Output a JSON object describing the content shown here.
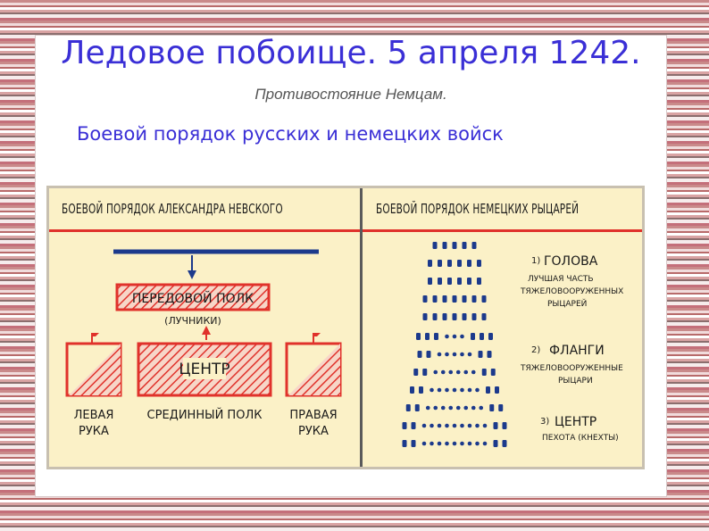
{
  "slide": {
    "title": "Ледовое побоище. 5 апреля 1242.",
    "subtitle": "Противостояние Немцам.",
    "heading": "Боевой порядок русских и немецких войск"
  },
  "diagram": {
    "russian": {
      "header": "БОЕВОЙ ПОРЯДОК АЛЕКСАНДРА НЕВСКОГО",
      "vanguard": "ПЕРЕДОВОЙ ПОЛК",
      "archers": "(ЛУЧНИКИ)",
      "center": "ЦЕНТР",
      "left_1": "ЛЕВАЯ",
      "left_2": "РУКА",
      "middle": "СРЕДИННЫЙ ПОЛК",
      "right_1": "ПРАВАЯ",
      "right_2": "РУКА"
    },
    "german": {
      "header": "БОЕВОЙ ПОРЯДОК НЕМЕЦКИХ РЫЦАРЕЙ",
      "l1_num": "1)",
      "l1_title": "ГОЛОВА",
      "l1_d1": "ЛУЧШАЯ ЧАСТЬ",
      "l1_d2": "ТЯЖЕЛОВООРУЖЕННЫХ",
      "l1_d3": "РЫЦАРЕЙ",
      "l2_num": "2)",
      "l2_title": "ФЛАНГИ",
      "l2_d1": "ТЯЖЕЛОВООРУЖЕННЫЕ",
      "l2_d2": "РЫЦАРИ",
      "l3_num": "3)",
      "l3_title": "ЦЕНТР",
      "l3_d1": "ПЕХОТА (КНЕХТЫ)"
    },
    "colors": {
      "red": "#e0322b",
      "blue": "#1c3a8c",
      "paper": "#fbf1c7"
    }
  }
}
